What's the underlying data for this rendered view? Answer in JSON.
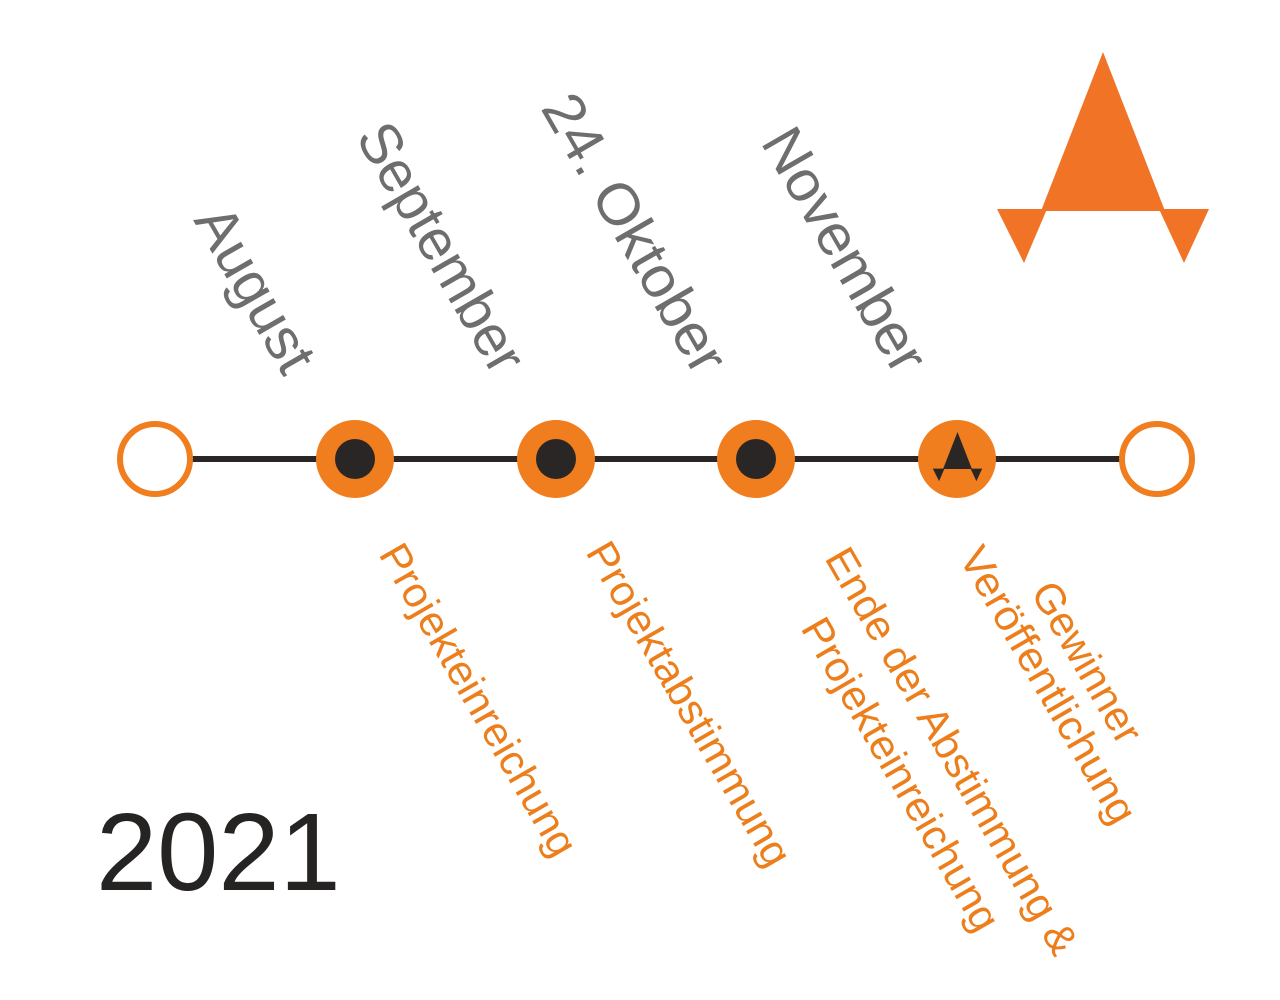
{
  "year": "2021",
  "colors": {
    "accent": "#f07d1e",
    "logo": "#f07326",
    "line": "#2b2626",
    "month_text": "#6e6e6e",
    "event_text": "#ec7e1c",
    "year_text": "#262323"
  },
  "logo": {
    "icon": "orange-a-logo-icon"
  },
  "timeline": {
    "start_marker": "hollow-circle",
    "end_marker": "hollow-circle",
    "milestones": [
      {
        "date": "August",
        "event_lines": [
          "Projekteinreichung"
        ],
        "marker": "dot"
      },
      {
        "date": "September",
        "event_lines": [
          "Projektabstimmung"
        ],
        "marker": "dot"
      },
      {
        "date": "24. Oktober",
        "event_lines": [
          "Ende der Abstimmung &",
          "Projekteinreichung"
        ],
        "marker": "dot"
      },
      {
        "date": "November",
        "event_lines": [
          "Gewinner",
          "Veröffentlichung"
        ],
        "marker": "logo"
      }
    ]
  }
}
